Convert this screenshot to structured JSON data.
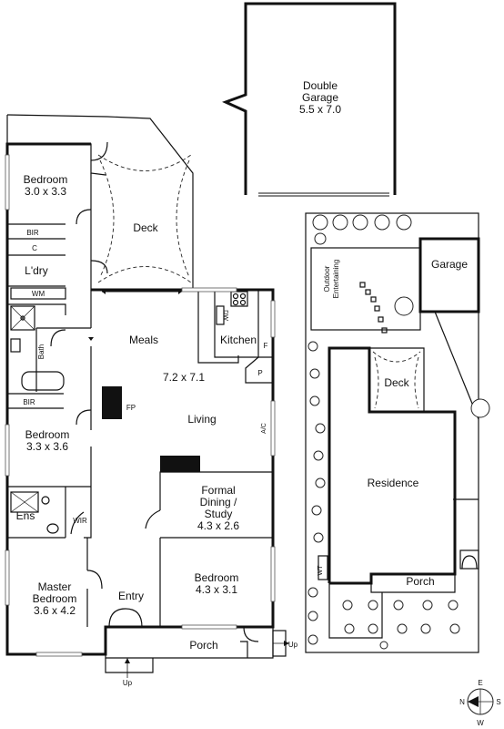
{
  "rooms": {
    "double_garage": {
      "name": "Double",
      "name2": "Garage",
      "size": "5.5 x 7.0"
    },
    "bedroom1": {
      "name": "Bedroom",
      "size": "3.0 x 3.3"
    },
    "deck": {
      "name": "Deck"
    },
    "bir_top": {
      "name": "BIR"
    },
    "cupboard": {
      "name": "C"
    },
    "laundry": {
      "name": "L'dry"
    },
    "wm": {
      "name": "WM"
    },
    "bath": {
      "name": "Bath"
    },
    "meals": {
      "name": "Meals"
    },
    "kitchen": {
      "name": "Kitchen"
    },
    "dw": {
      "name": "DW"
    },
    "fridge": {
      "name": "F"
    },
    "pantry": {
      "name": "P"
    },
    "living": {
      "name": "Living",
      "size": "7.2 x 7.1"
    },
    "fireplace": {
      "name": "FP"
    },
    "ac": {
      "name": "A/C"
    },
    "bir_mid": {
      "name": "BIR"
    },
    "bedroom2": {
      "name": "Bedroom",
      "size": "3.3 x 3.6"
    },
    "formal": {
      "name": "Formal",
      "name2": "Dining /",
      "name3": "Study",
      "size": "4.3 x 2.6"
    },
    "ensuite": {
      "name": "Ens"
    },
    "wir": {
      "name": "WIR"
    },
    "master": {
      "name": "Master",
      "name2": "Bedroom",
      "size": "3.6 x 4.2"
    },
    "entry": {
      "name": "Entry"
    },
    "bedroom3": {
      "name": "Bedroom",
      "size": "4.3 x 3.1"
    },
    "porch": {
      "name": "Porch"
    },
    "up_right": {
      "name": "Up"
    },
    "up_bottom": {
      "name": "Up"
    }
  },
  "site": {
    "garage": "Garage",
    "outdoor": "Outdoor",
    "outdoor2": "Entertaining",
    "deck": "Deck",
    "residence": "Residence",
    "porch": "Porch",
    "wt": "WT"
  },
  "compass": {
    "n": "N",
    "e": "E",
    "s": "S",
    "w": "W"
  }
}
